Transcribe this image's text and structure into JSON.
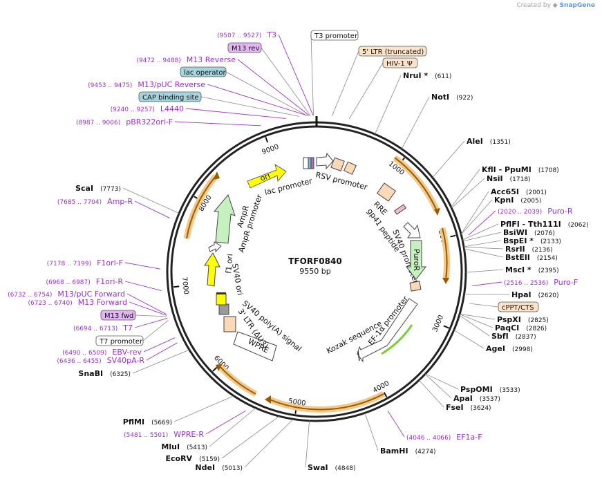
{
  "credit": {
    "prefix": "Created by",
    "brand": "SnapGene"
  },
  "plasmid": {
    "name": "TFORF0840",
    "size_label": "9550 bp",
    "length": 9550
  },
  "ticks": [
    "1000",
    "2000",
    "3000",
    "4000",
    "5000",
    "6000",
    "7000",
    "8000",
    "9000"
  ],
  "colors": {
    "backbone": "#222222",
    "arc": "#f3c98b",
    "arrow": "#9a5a00",
    "primer": "#9b2fc9",
    "green": "#7ecb3a",
    "yellow": "#ffff00"
  },
  "enzymes": [
    {
      "name": "NruI *",
      "pos": "(611)"
    },
    {
      "name": "NotI",
      "pos": "(922)"
    },
    {
      "name": "AleI",
      "pos": "(1351)"
    },
    {
      "name": "KflI - PpuMI",
      "pos": "(1708)"
    },
    {
      "name": "NsiI",
      "pos": "(1718)"
    },
    {
      "name": "Acc65I",
      "pos": "(2001)"
    },
    {
      "name": "KpnI",
      "pos": "(2005)"
    },
    {
      "name": "PflFI - Tth111I",
      "pos": "(2062)"
    },
    {
      "name": "BsiWI",
      "pos": "(2076)"
    },
    {
      "name": "BspEI *",
      "pos": "(2133)"
    },
    {
      "name": "RsrII",
      "pos": "(2136)"
    },
    {
      "name": "BstEII",
      "pos": "(2154)"
    },
    {
      "name": "MscI *",
      "pos": "(2395)"
    },
    {
      "name": "HpaI",
      "pos": "(2620)"
    },
    {
      "name": "PspXI",
      "pos": "(2825)"
    },
    {
      "name": "PaqCI",
      "pos": "(2826)"
    },
    {
      "name": "SbfI",
      "pos": "(2837)"
    },
    {
      "name": "AgeI",
      "pos": "(2998)"
    },
    {
      "name": "PspOMI",
      "pos": "(3533)"
    },
    {
      "name": "ApaI",
      "pos": "(3537)"
    },
    {
      "name": "FseI",
      "pos": "(3624)"
    },
    {
      "name": "BamHI",
      "pos": "(4274)"
    },
    {
      "name": "SwaI",
      "pos": "(4848)"
    },
    {
      "name": "NdeI",
      "pos": "(5013)"
    },
    {
      "name": "EcoRV",
      "pos": "(5159)"
    },
    {
      "name": "MluI",
      "pos": "(5413)"
    },
    {
      "name": "PflMI",
      "pos": "(5669)"
    },
    {
      "name": "SnaBI",
      "pos": "(6325)"
    },
    {
      "name": "ScaI",
      "pos": "(7773)"
    }
  ],
  "primers": [
    {
      "range": "(9507 .. 9527)",
      "name": "T3"
    },
    {
      "range": "(9472 .. 9488)",
      "name": "M13 Reverse"
    },
    {
      "range": "(9453 .. 9475)",
      "name": "M13/pUC Reverse"
    },
    {
      "range": "(9240 .. 9257)",
      "name": "L4440"
    },
    {
      "range": "(8987 .. 9006)",
      "name": "pBR322ori-F"
    },
    {
      "range": "(7685 .. 7704)",
      "name": "Amp-R"
    },
    {
      "range": "(7178 .. 7199)",
      "name": "F1ori-F"
    },
    {
      "range": "(6968 .. 6987)",
      "name": "F1ori-R"
    },
    {
      "range": "(6732 .. 6754)",
      "name": "M13/pUC Forward"
    },
    {
      "range": "(6723 .. 6740)",
      "name": "M13 Forward"
    },
    {
      "range": "(6694 .. 6713)",
      "name": "T7"
    },
    {
      "range": "(6490 .. 6509)",
      "name": "EBV-rev"
    },
    {
      "range": "(6436 .. 6455)",
      "name": "SV40pA-R"
    },
    {
      "range": "(5481 .. 5501)",
      "name": "WPRE-R"
    },
    {
      "range": "(2020 .. 2039)",
      "name": "Puro-R"
    },
    {
      "range": "(2516 .. 2536)",
      "name": "Puro-F"
    },
    {
      "range": "(4046 .. 4066)",
      "name": "EF1a-F"
    }
  ],
  "boxed_labels": [
    {
      "name": "M13 rev"
    },
    {
      "name": "lac operator"
    },
    {
      "name": "CAP binding site"
    },
    {
      "name": "T3 promoter"
    },
    {
      "name": "5' LTR (truncated)"
    },
    {
      "name": "HIV-1 Ψ"
    },
    {
      "name": "cPPT/CTS"
    },
    {
      "name": "M13 fwd"
    },
    {
      "name": "T7 promoter"
    }
  ],
  "features": {
    "ori": "ori",
    "lac_promoter": "lac promoter",
    "rsv_promoter": "RSV promoter",
    "rre": "RRE",
    "gp41": "gp41 peptide",
    "sv40_promoter": "SV40 promoter",
    "puror": "PuroR",
    "ef1a": "EF-1α promoter",
    "kozak": "Kozak sequence",
    "wpre": "WPRE",
    "ltr": "3' LTR (ΔU3)",
    "sv40_polya": "SV40 poly(A) signal",
    "sv40_ori": "SV40 ori",
    "f1_ori": "f1 ori",
    "ampr_promoter": "AmpR promoter",
    "ampr": "AmpR"
  }
}
